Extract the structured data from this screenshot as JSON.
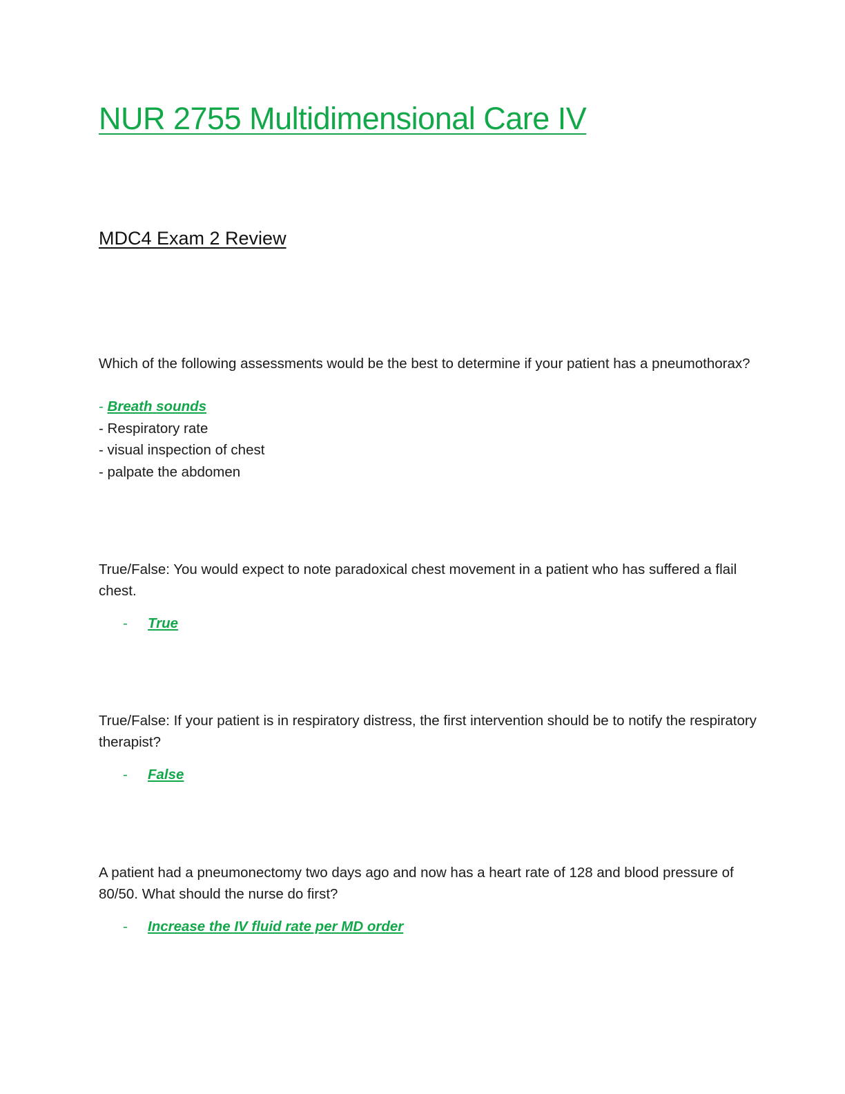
{
  "document": {
    "title": "NUR 2755 Multidimensional Care IV",
    "subtitle": "MDC4 Exam 2 Review"
  },
  "questions": [
    {
      "text": "Which of the following assessments would be the best to determine if your patient has a pneumothorax?",
      "options": [
        {
          "prefix": "- ",
          "label": "Breath sounds",
          "correct": true
        },
        {
          "prefix": "- ",
          "label": "Respiratory rate",
          "correct": false
        },
        {
          "prefix": "- ",
          "label": "visual inspection of chest",
          "correct": false
        },
        {
          "prefix": "- ",
          "label": "palpate the abdomen",
          "correct": false
        }
      ]
    },
    {
      "text": "True/False: You would expect to note paradoxical chest movement in a patient who has suffered a flail chest.",
      "answer": {
        "prefix": "-",
        "label": "True"
      }
    },
    {
      "text": "True/False: If your patient is in respiratory distress, the first intervention should be to notify the respiratory therapist?",
      "answer": {
        "prefix": "-",
        "label": "False"
      }
    },
    {
      "text": "A patient had a pneumonectomy two days ago and now has a heart rate of 128 and blood pressure of 80/50. What should the nurse do first?",
      "answer": {
        "prefix": "-",
        "label": "Increase the IV fluid rate per MD order"
      }
    }
  ],
  "colors": {
    "accent": "#12a84a",
    "text": "#1a1a1a"
  }
}
